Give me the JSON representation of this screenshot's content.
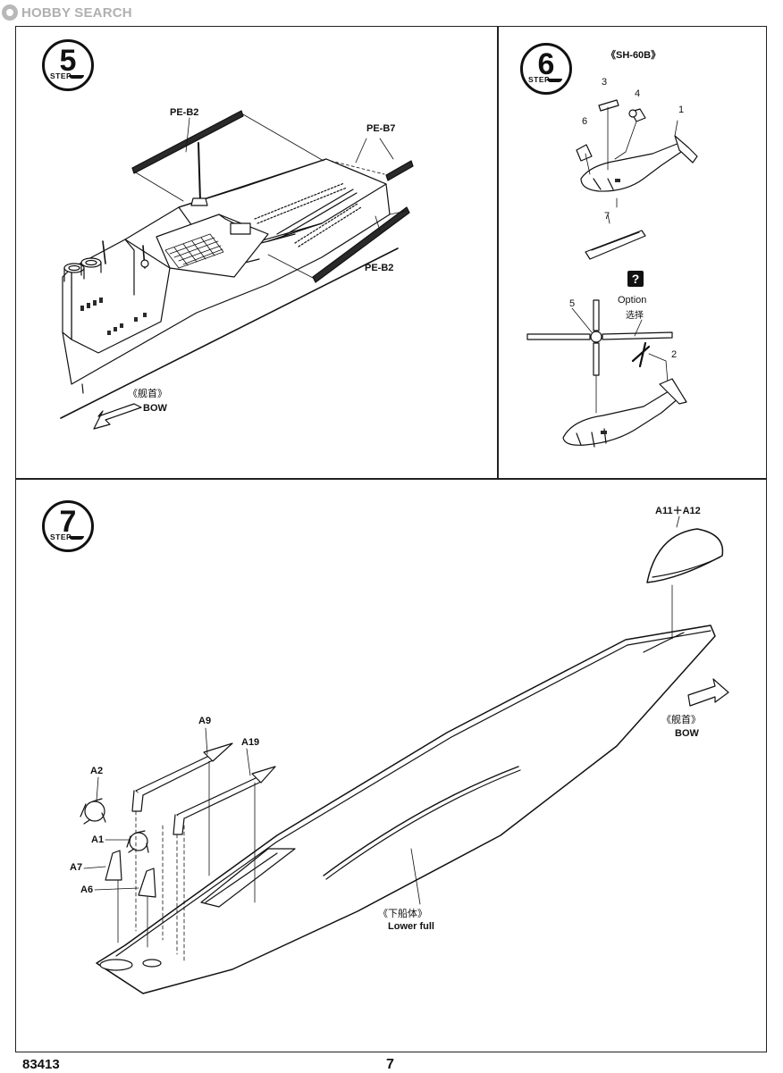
{
  "watermark": {
    "text": "HOBBY SEARCH",
    "logo_icon": "hobbysearch-logo-icon"
  },
  "step5": {
    "number": "5",
    "step_label": "STEP",
    "labels": {
      "pe_b2_top": "PE-B2",
      "pe_b7": "PE-B7",
      "pe_b2_right": "PE-B2"
    },
    "bow_cn": "《舰首》",
    "bow_en": "BOW"
  },
  "step6": {
    "number": "6",
    "step_label": "STEP",
    "title": "《SH-60B》",
    "parts": [
      "1",
      "2",
      "3",
      "4",
      "5",
      "6",
      "7"
    ],
    "option_mark": "?",
    "option_en": "Option",
    "option_cn": "选择"
  },
  "step7": {
    "number": "7",
    "step_label": "STEP",
    "labels": {
      "a11_a12": "A11＋A12",
      "a9": "A9",
      "a19": "A19",
      "a2": "A2",
      "a1": "A1",
      "a7": "A7",
      "a6": "A6"
    },
    "bow_cn": "《舰首》",
    "bow_en": "BOW",
    "hull_cn": "《下船体》",
    "hull_en": "Lower full"
  },
  "footer": {
    "code": "83413",
    "page": "7"
  },
  "colors": {
    "line": "#111111",
    "fill_light": "#ffffff",
    "fill_dark": "#2a2a2a",
    "watermark": "#b0b0b0"
  }
}
